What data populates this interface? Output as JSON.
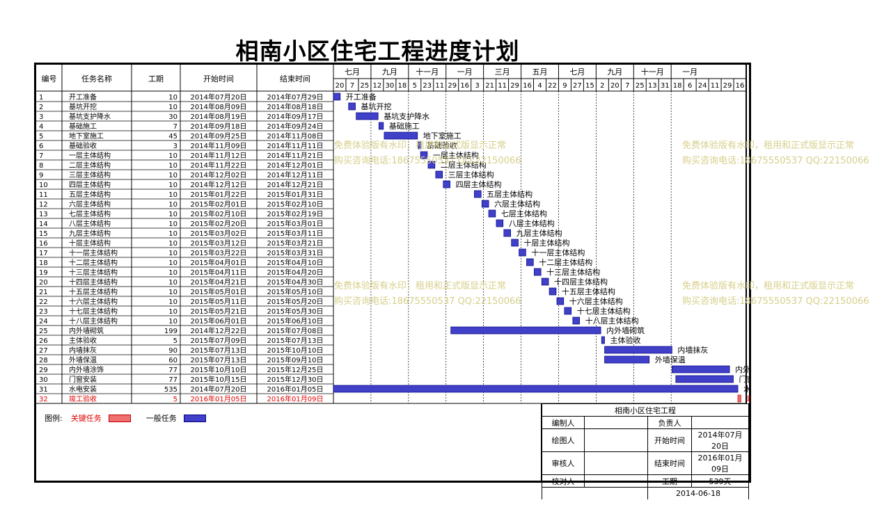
{
  "title": "相南小区住宅工程进度计划",
  "headers": {
    "id": "编号",
    "name": "任务名称",
    "dur": "工期",
    "start": "开始时间",
    "end": "结束时间"
  },
  "months": [
    "七月",
    "九月",
    "十一月",
    "一月",
    "三月",
    "五月",
    "七月",
    "九月",
    "十一月",
    "一月"
  ],
  "days": [
    "20",
    "7",
    "25",
    "12",
    "30",
    "18",
    "5",
    "23",
    "11",
    "29",
    "16",
    "3",
    "21",
    "11",
    "29",
    "16",
    "4",
    "22",
    "9",
    "27",
    "15",
    "2",
    "20",
    "7",
    "25",
    "13",
    "31",
    "18",
    "6",
    "24",
    "11",
    "29",
    "16"
  ],
  "chart_data": {
    "type": "gantt",
    "title": "相南小区住宅工程进度计划",
    "x_range": [
      "2014-07-20",
      "2016-01-16"
    ],
    "tasks": [
      {
        "id": "1",
        "name": "开工准备",
        "dur": "10",
        "start": "2014年07月20日",
        "end": "2014年07月29日",
        "s": "2014-07-20",
        "e": "2014-07-29",
        "crit": false
      },
      {
        "id": "2",
        "name": "基坑开挖",
        "dur": "10",
        "start": "2014年08月09日",
        "end": "2014年08月18日",
        "s": "2014-08-09",
        "e": "2014-08-18",
        "crit": false
      },
      {
        "id": "3",
        "name": "基坑支护降水",
        "dur": "30",
        "start": "2014年08月19日",
        "end": "2014年09月17日",
        "s": "2014-08-19",
        "e": "2014-09-17",
        "crit": false
      },
      {
        "id": "4",
        "name": "基础施工",
        "dur": "7",
        "start": "2014年09月18日",
        "end": "2014年09月24日",
        "s": "2014-09-18",
        "e": "2014-09-24",
        "crit": false
      },
      {
        "id": "5",
        "name": "地下室施工",
        "dur": "45",
        "start": "2014年09月25日",
        "end": "2014年11月08日",
        "s": "2014-09-25",
        "e": "2014-11-08",
        "crit": false
      },
      {
        "id": "6",
        "name": "基础验收",
        "dur": "3",
        "start": "2014年11月09日",
        "end": "2014年11月11日",
        "s": "2014-11-09",
        "e": "2014-11-11",
        "crit": false
      },
      {
        "id": "7",
        "name": "一层主体结构",
        "dur": "10",
        "start": "2014年11月12日",
        "end": "2014年11月21日",
        "s": "2014-11-12",
        "e": "2014-11-21",
        "crit": false
      },
      {
        "id": "8",
        "name": "二层主体结构",
        "dur": "10",
        "start": "2014年11月22日",
        "end": "2014年12月01日",
        "s": "2014-11-22",
        "e": "2014-12-01",
        "crit": false
      },
      {
        "id": "9",
        "name": "三层主体结构",
        "dur": "10",
        "start": "2014年12月02日",
        "end": "2014年12月11日",
        "s": "2014-12-02",
        "e": "2014-12-11",
        "crit": false
      },
      {
        "id": "10",
        "name": "四层主体结构",
        "dur": "10",
        "start": "2014年12月12日",
        "end": "2014年12月21日",
        "s": "2014-12-12",
        "e": "2014-12-21",
        "crit": false
      },
      {
        "id": "11",
        "name": "五层主体结构",
        "dur": "10",
        "start": "2015年01月22日",
        "end": "2015年01月31日",
        "s": "2015-01-22",
        "e": "2015-01-31",
        "crit": false
      },
      {
        "id": "12",
        "name": "六层主体结构",
        "dur": "10",
        "start": "2015年02月01日",
        "end": "2015年02月10日",
        "s": "2015-02-01",
        "e": "2015-02-10",
        "crit": false
      },
      {
        "id": "13",
        "name": "七层主体结构",
        "dur": "10",
        "start": "2015年02月10日",
        "end": "2015年02月19日",
        "s": "2015-02-10",
        "e": "2015-02-19",
        "crit": false
      },
      {
        "id": "14",
        "name": "八层主体结构",
        "dur": "10",
        "start": "2015年02月20日",
        "end": "2015年03月01日",
        "s": "2015-02-20",
        "e": "2015-03-01",
        "crit": false
      },
      {
        "id": "15",
        "name": "九层主体结构",
        "dur": "10",
        "start": "2015年03月02日",
        "end": "2015年03月11日",
        "s": "2015-03-02",
        "e": "2015-03-11",
        "crit": false
      },
      {
        "id": "16",
        "name": "十层主体结构",
        "dur": "10",
        "start": "2015年03月12日",
        "end": "2015年03月21日",
        "s": "2015-03-12",
        "e": "2015-03-21",
        "crit": false
      },
      {
        "id": "17",
        "name": "十一层主体结构",
        "dur": "10",
        "start": "2015年03月22日",
        "end": "2015年03月31日",
        "s": "2015-03-22",
        "e": "2015-03-31",
        "crit": false
      },
      {
        "id": "18",
        "name": "十二层主体结构",
        "dur": "10",
        "start": "2015年04月01日",
        "end": "2015年04月10日",
        "s": "2015-04-01",
        "e": "2015-04-10",
        "crit": false
      },
      {
        "id": "19",
        "name": "十三层主体结构",
        "dur": "10",
        "start": "2015年04月11日",
        "end": "2015年04月20日",
        "s": "2015-04-11",
        "e": "2015-04-20",
        "crit": false
      },
      {
        "id": "20",
        "name": "十四层主体结构",
        "dur": "10",
        "start": "2015年04月21日",
        "end": "2015年04月30日",
        "s": "2015-04-21",
        "e": "2015-04-30",
        "crit": false
      },
      {
        "id": "21",
        "name": "十五层主体结构",
        "dur": "10",
        "start": "2015年05月01日",
        "end": "2015年05月10日",
        "s": "2015-05-01",
        "e": "2015-05-10",
        "crit": false
      },
      {
        "id": "22",
        "name": "十六层主体结构",
        "dur": "10",
        "start": "2015年05月11日",
        "end": "2015年05月20日",
        "s": "2015-05-11",
        "e": "2015-05-20",
        "crit": false
      },
      {
        "id": "23",
        "name": "十七层主体结构",
        "dur": "10",
        "start": "2015年05月21日",
        "end": "2015年05月30日",
        "s": "2015-05-21",
        "e": "2015-05-30",
        "crit": false
      },
      {
        "id": "24",
        "name": "十八层主体结构",
        "dur": "10",
        "start": "2015年06月01日",
        "end": "2015年06月10日",
        "s": "2015-06-01",
        "e": "2015-06-10",
        "crit": false
      },
      {
        "id": "25",
        "name": "内外墙砌筑",
        "dur": "199",
        "start": "2014年12月22日",
        "end": "2015年07月08日",
        "s": "2014-12-22",
        "e": "2015-07-08",
        "crit": false
      },
      {
        "id": "26",
        "name": "主体验收",
        "dur": "5",
        "start": "2015年07月09日",
        "end": "2015年07月13日",
        "s": "2015-07-09",
        "e": "2015-07-13",
        "crit": false
      },
      {
        "id": "27",
        "name": "内墙抹灰",
        "dur": "90",
        "start": "2015年07月13日",
        "end": "2015年10月10日",
        "s": "2015-07-13",
        "e": "2015-10-10",
        "crit": false
      },
      {
        "id": "28",
        "name": "外墙保温",
        "dur": "60",
        "start": "2015年07月13日",
        "end": "2015年09月10日",
        "s": "2015-07-13",
        "e": "2015-09-10",
        "crit": false
      },
      {
        "id": "29",
        "name": "内外墙涂饰",
        "dur": "77",
        "start": "2015年10月10日",
        "end": "2015年12月25日",
        "s": "2015-10-10",
        "e": "2015-12-25",
        "crit": false
      },
      {
        "id": "30",
        "name": "门窗安装",
        "dur": "77",
        "start": "2015年10月15日",
        "end": "2015年12月30日",
        "s": "2015-10-15",
        "e": "2015-12-30",
        "crit": false
      },
      {
        "id": "31",
        "name": "水电安装",
        "dur": "535",
        "start": "2014年07月20日",
        "end": "2016年01月05日",
        "s": "2014-07-20",
        "e": "2016-01-05",
        "crit": false
      },
      {
        "id": "32",
        "name": "竣工验收",
        "dur": "5",
        "start": "2016年01月05日",
        "end": "2016年01月09日",
        "s": "2016-01-05",
        "e": "2016-01-09",
        "crit": true
      }
    ]
  },
  "watermark": {
    "line1": "免费体验版有水印，租用和正式版显示正常",
    "line2": "购买咨询电话:18675550537 QQ:22150066"
  },
  "legend": {
    "label": "图例:",
    "critical": "关键任务",
    "normal": "一般任务"
  },
  "colors": {
    "normal_fill": "#4040c8",
    "critical_fill": "#f07070",
    "critical_text": "#e00000"
  },
  "info": {
    "project": "相南小区住宅工程",
    "compiler_label": "编制人",
    "compiler": "",
    "owner_label": "负责人",
    "owner": "",
    "drafter_label": "绘图人",
    "drafter": "",
    "start_label": "开始时间",
    "start": "2014年07月20日",
    "reviewer_label": "审核人",
    "reviewer": "",
    "end_label": "结束时间",
    "end": "2016年01月09日",
    "checker_label": "校对人",
    "checker": "",
    "duration_label": "工期",
    "duration": "539天",
    "date": "2014-06-18"
  }
}
